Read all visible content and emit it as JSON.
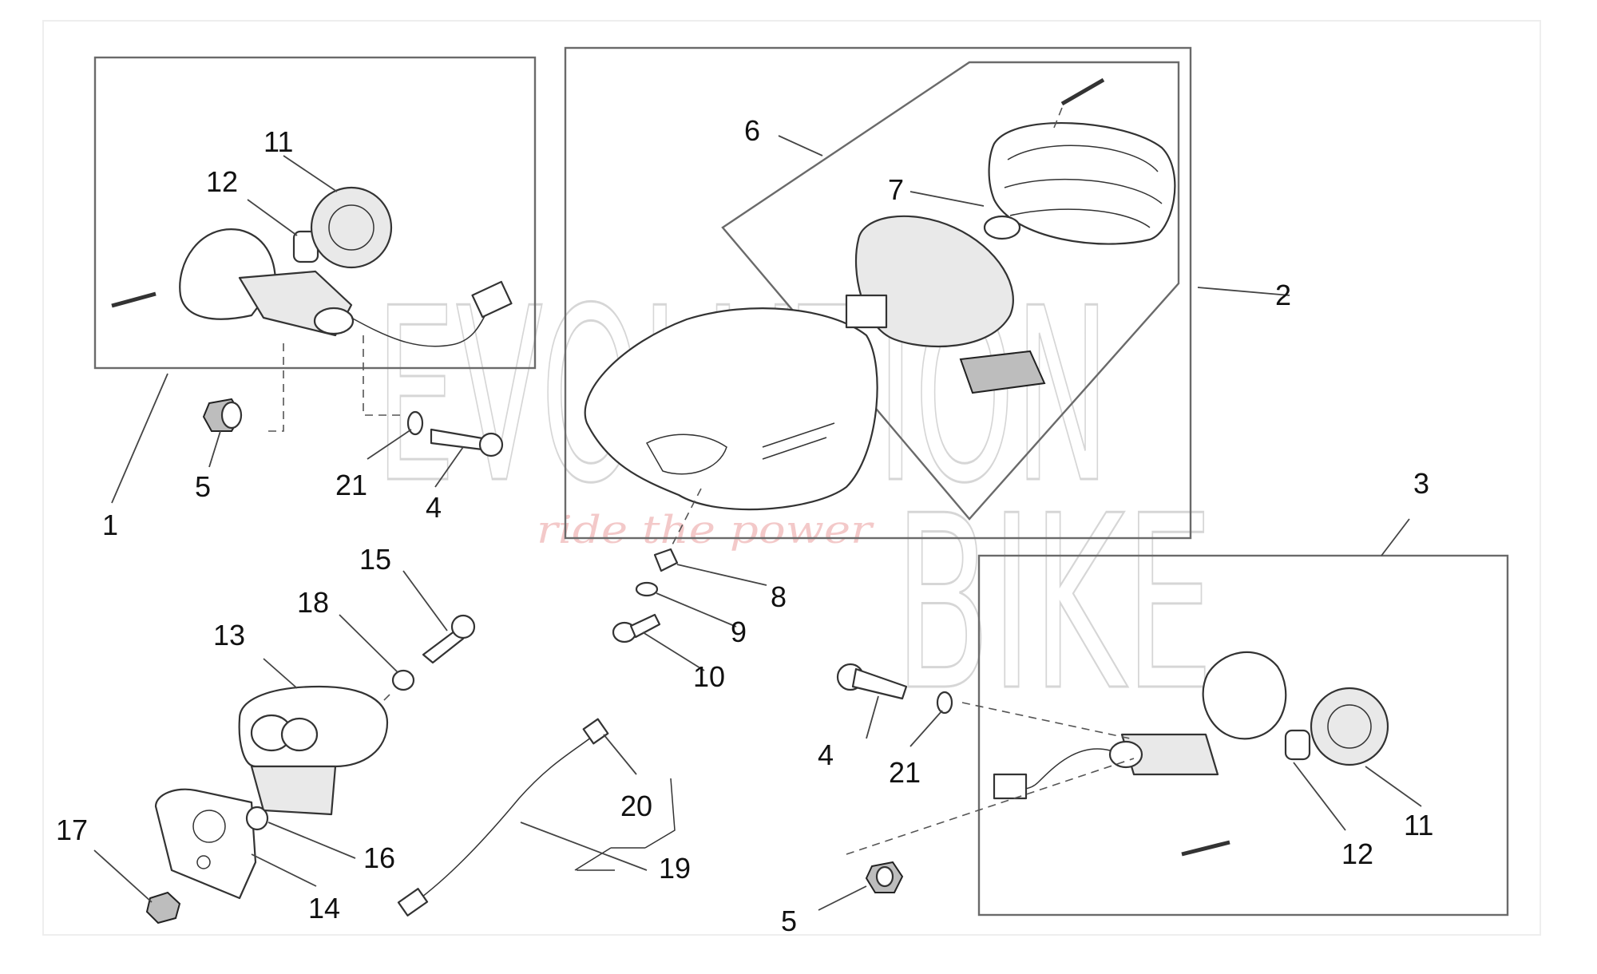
{
  "watermark": {
    "line1": "EVOLUTION",
    "line2": "BIKE",
    "tagline": "ride the power",
    "tag_color": "#e88c8c"
  },
  "callouts": {
    "c1": "1",
    "c2": "2",
    "c3": "3",
    "c4a": "4",
    "c4b": "4",
    "c5a": "5",
    "c5b": "5",
    "c6": "6",
    "c7": "7",
    "c8": "8",
    "c9": "9",
    "c10": "10",
    "c11a": "11",
    "c11b": "11",
    "c12a": "12",
    "c12b": "12",
    "c13": "13",
    "c14": "14",
    "c15": "15",
    "c16": "16",
    "c17": "17",
    "c18": "18",
    "c19": "19",
    "c20": "20",
    "c21a": "21",
    "c21b": "21"
  }
}
